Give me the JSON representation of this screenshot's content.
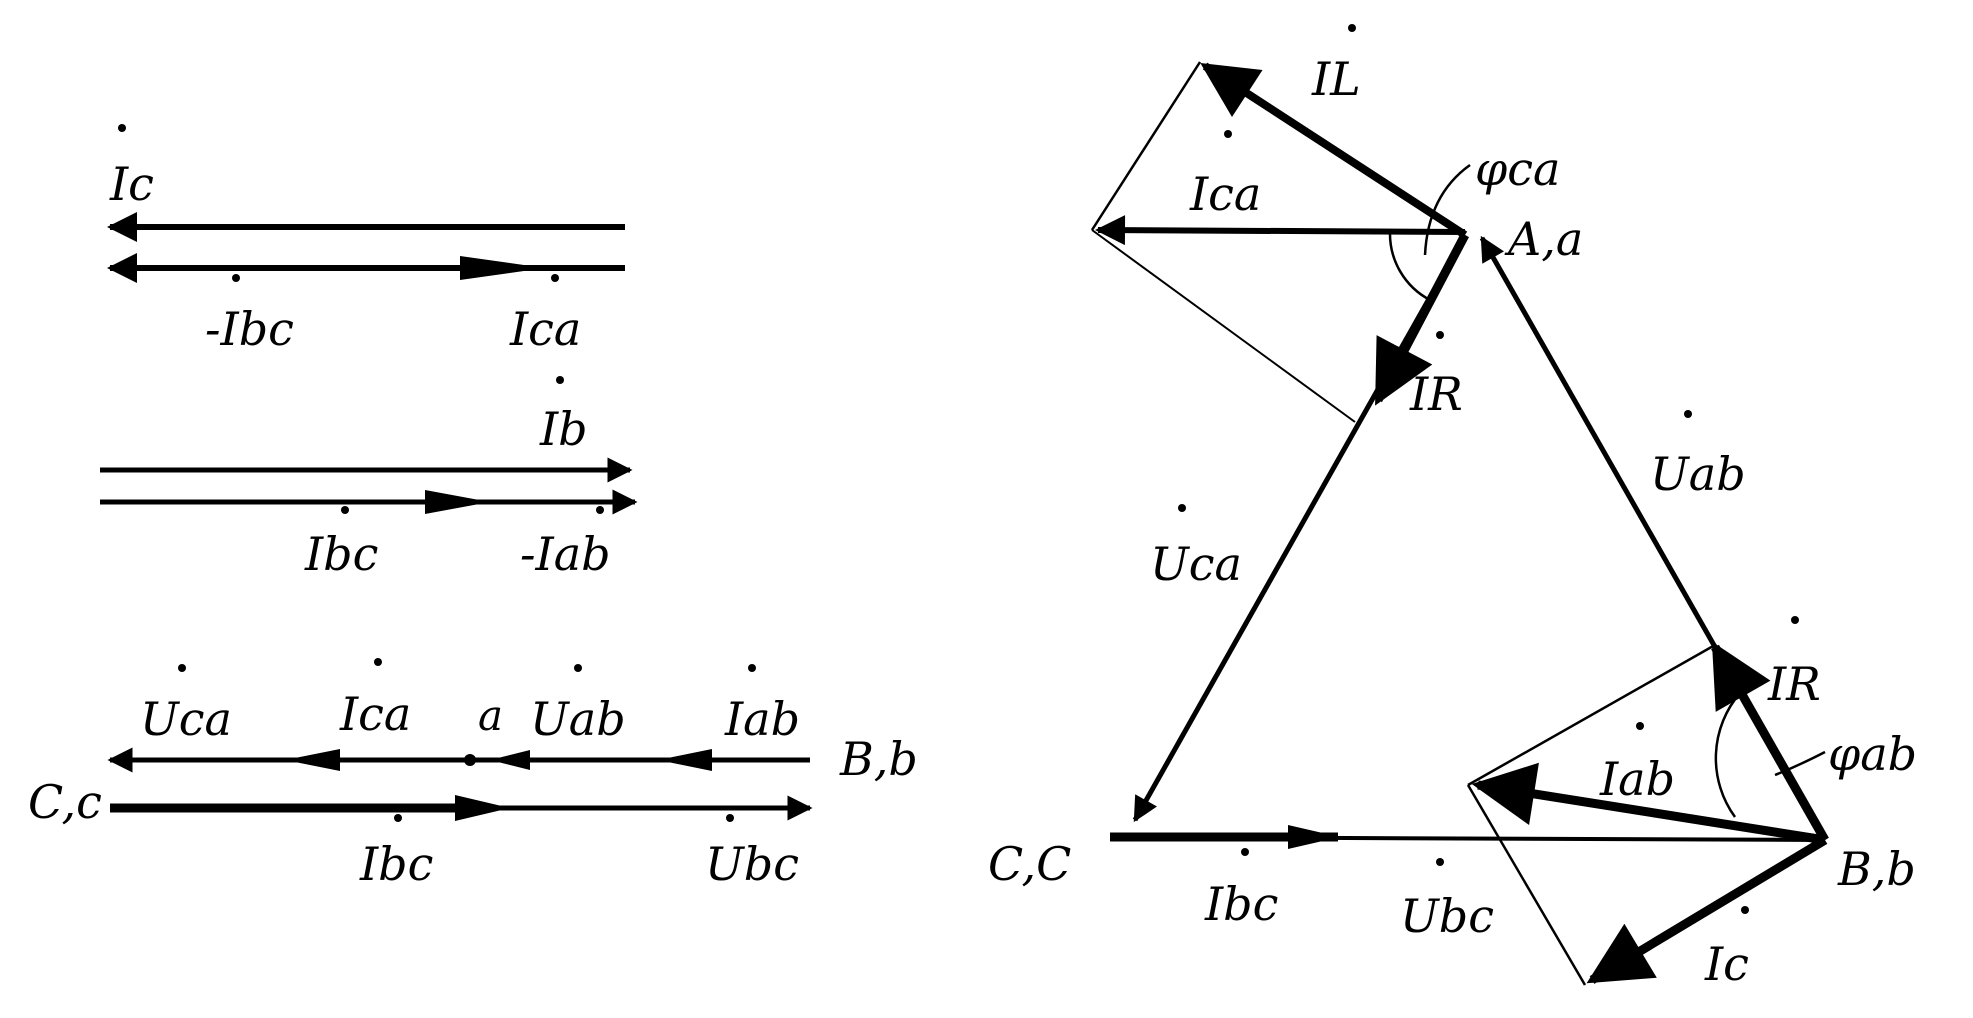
{
  "colors": {
    "ink": "#000000",
    "paper": "#ffffff"
  },
  "labels": {
    "top_ic": "Ic",
    "top_neg_ibc": "-Ibc",
    "top_ica": "Ica",
    "mid_ib": "Ib",
    "mid_ibc": "Ibc",
    "mid_neg_iab": "-Iab",
    "bot_uca": "Uca",
    "bot_ica": "Ica",
    "bot_a": "a",
    "bot_uab": "Uab",
    "bot_iab": "Iab",
    "bot_bb": "B,b",
    "bot_cc": "C,c",
    "bot_ibc": "Ibc",
    "bot_ubc": "Ubc",
    "tri_il": "IL",
    "tri_phica": "φca",
    "tri_ica": "Ica",
    "tri_aa": "A,a",
    "tri_ir_top": "IR",
    "tri_uab": "Uab",
    "tri_uca": "Uca",
    "tri_ir_right": "IR",
    "tri_iab": "Iab",
    "tri_phiab": "φab",
    "tri_cc": "C,C",
    "tri_ibc": "Ibc",
    "tri_ubc": "Ubc",
    "tri_bb": "B,b",
    "tri_ic": "Ic"
  }
}
